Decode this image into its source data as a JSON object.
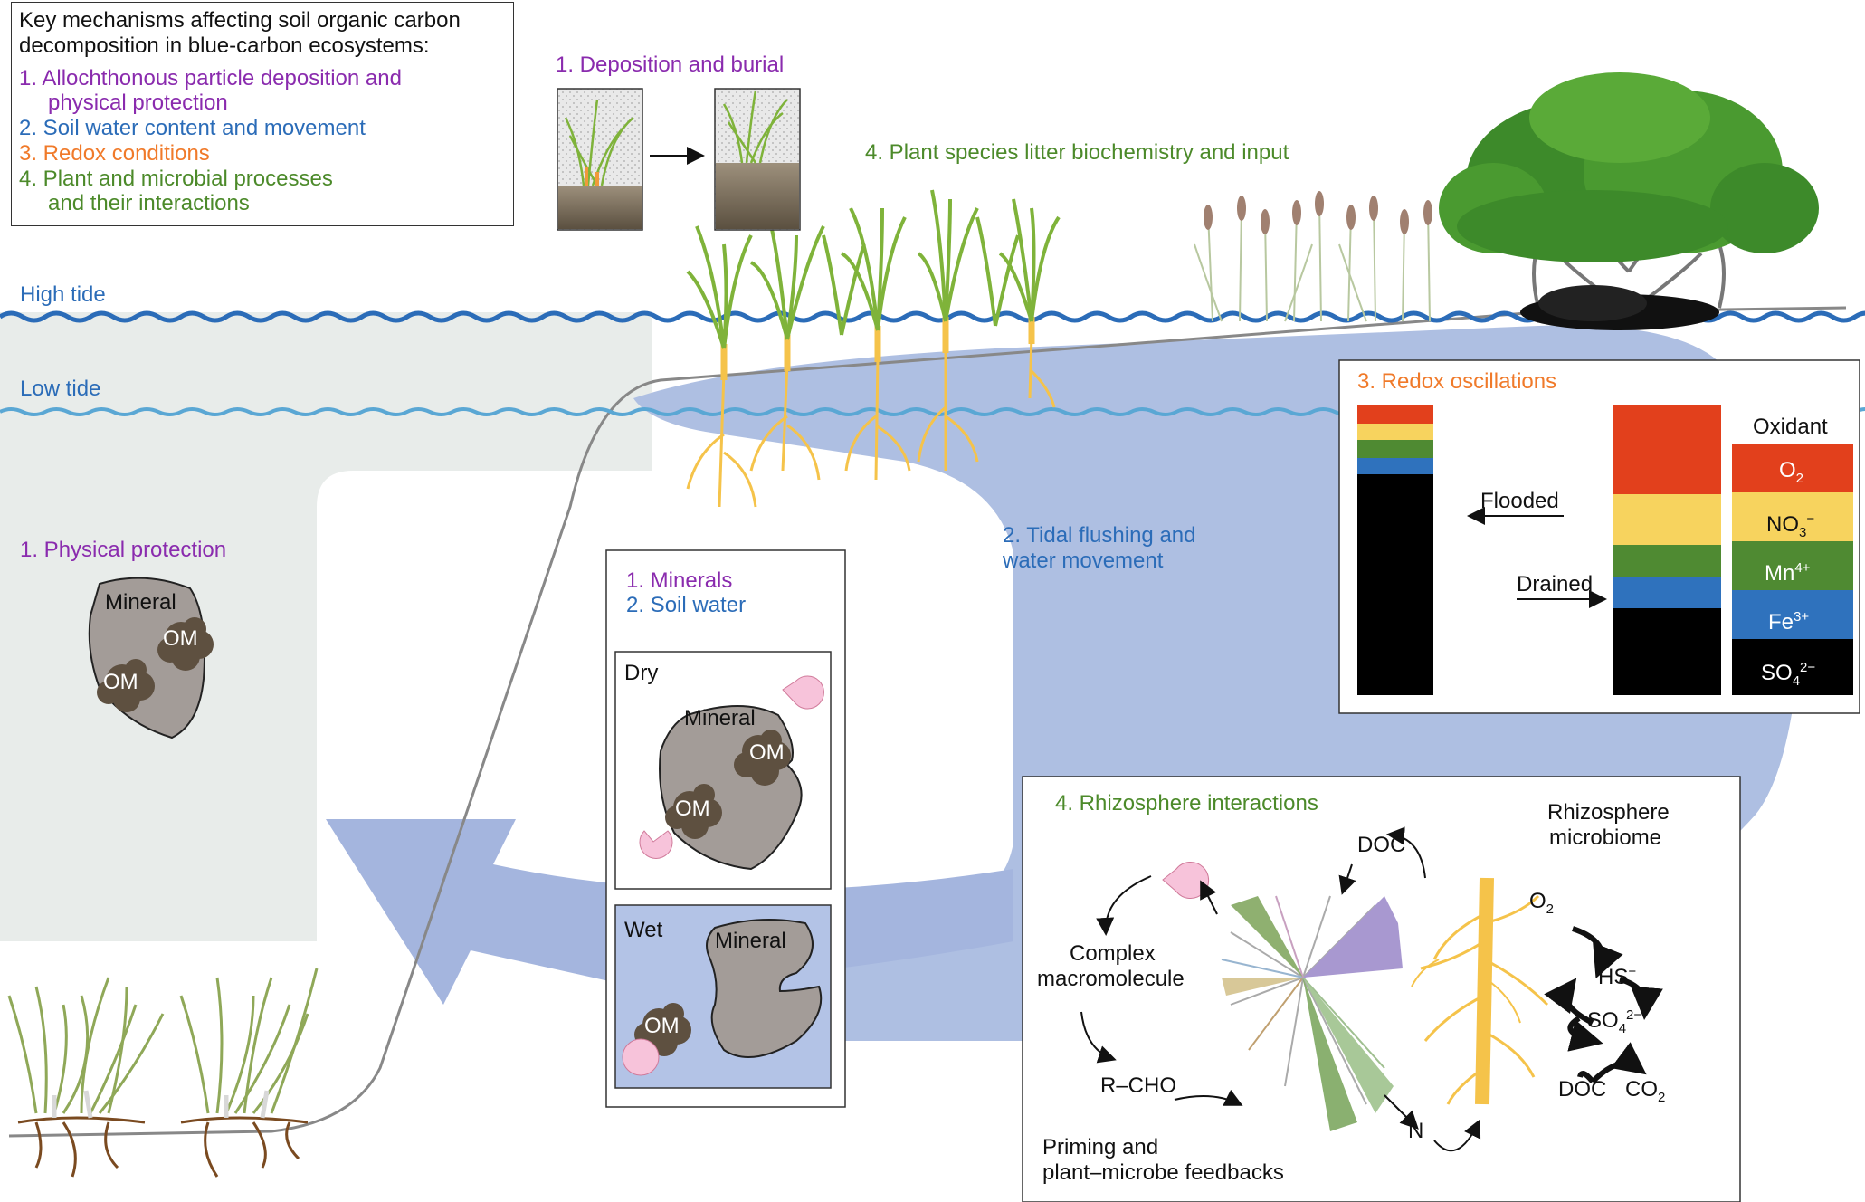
{
  "legend": {
    "title_line1": "Key mechanisms affecting soil organic carbon",
    "title_line2": "decomposition in blue-carbon ecosystems:",
    "item1_line1": "1. Allochthonous particle deposition and",
    "item1_line2": "physical protection",
    "item2": "2. Soil water content and movement",
    "item3": "3. Redox conditions",
    "item4_line1": "4. Plant and microbial processes",
    "item4_line2": "and their interactions"
  },
  "labels": {
    "deposition": "1. Deposition and burial",
    "litter": "4. Plant species litter biochemistry and input",
    "high_tide": "High tide",
    "low_tide": "Low tide",
    "physical_protection": "1. Physical protection",
    "tidal_flushing_line1": "2. Tidal flushing and",
    "tidal_flushing_line2": "water movement",
    "mineral": "Mineral",
    "om": "OM"
  },
  "minerals_panel": {
    "title1": "1. Minerals",
    "title2": "2. Soil water",
    "dry": "Dry",
    "wet": "Wet",
    "mineral": "Mineral",
    "om": "OM"
  },
  "redox_panel": {
    "title": "3. Redox oscillations",
    "flooded": "Flooded",
    "drained": "Drained",
    "oxidant": "Oxidant",
    "oxidants": [
      {
        "base": "O",
        "sub": "2",
        "sup": "",
        "color": "#e2401c"
      },
      {
        "base": "NO",
        "sub": "3",
        "sup": "−",
        "color": "#f7d35e"
      },
      {
        "base": "Mn",
        "sub": "",
        "sup": "4+",
        "color": "#4f8a32"
      },
      {
        "base": "Fe",
        "sub": "",
        "sup": "3+",
        "color": "#2f72bd"
      },
      {
        "base": "SO",
        "sub": "4",
        "sup": "2−",
        "color": "#000000"
      }
    ]
  },
  "rhizo_panel": {
    "title": "4. Rhizosphere interactions",
    "microbiome_line1": "Rhizosphere",
    "microbiome_line2": "microbiome",
    "doc": "DOC",
    "complex_line1": "Complex",
    "complex_line2": "macromolecule",
    "rcho": "R–CHO",
    "n": "N",
    "priming_line1": "Priming and",
    "priming_line2": "plant–microbe feedbacks",
    "o2_base": "O",
    "o2_sub": "2",
    "hs_base": "HS",
    "hs_sup": "−",
    "so4_base": "SO",
    "so4_sub": "4",
    "so4_sup": "2−",
    "doc2": "DOC",
    "co2_base": "CO",
    "co2_sub": "2"
  },
  "colors": {
    "high_tide_wave": "#2b6cb8",
    "low_tide_wave": "#5aa7d4",
    "water_body": "#aebfe2",
    "flow_arrow": "#a4b5de",
    "left_marsh": "#e8ecea",
    "mineral_fill": "#a39c98",
    "om_fill": "#5e5040",
    "enzyme": "#f7c3da",
    "root": "#f5c34a"
  }
}
